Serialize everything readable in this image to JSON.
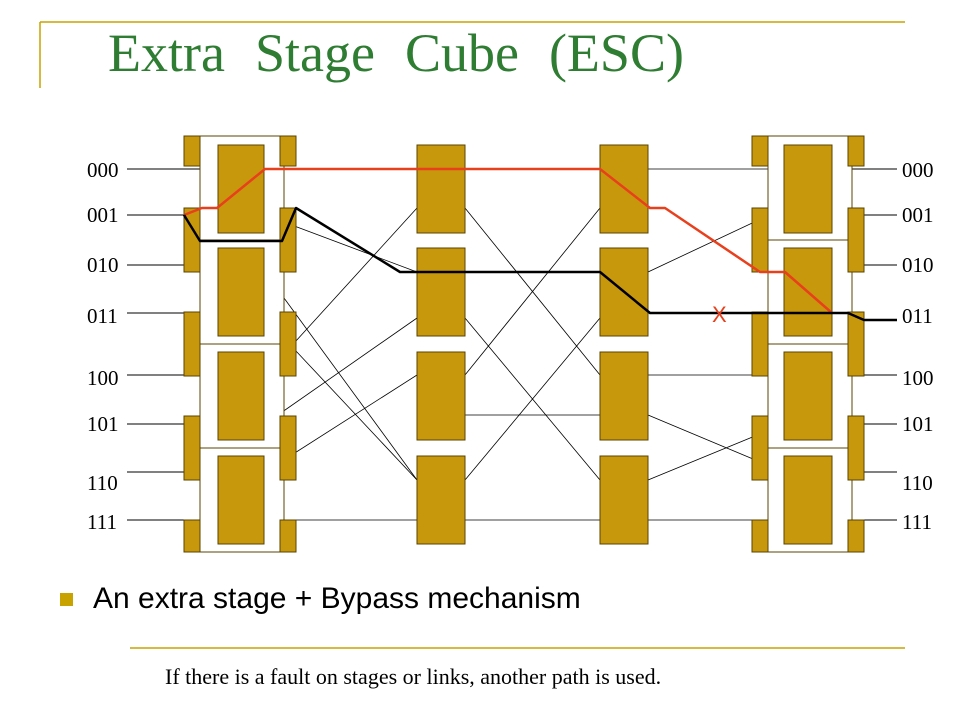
{
  "title": {
    "words": [
      "Extra",
      "Stage",
      "Cube",
      "(ESC)"
    ]
  },
  "port_labels": [
    "000",
    "001",
    "010",
    "011",
    "100",
    "101",
    "110",
    "111"
  ],
  "fault_marker": "X",
  "bullet": "An extra stage + Bypass mechanism",
  "note": "If there is a fault on stages or links, another path is used.",
  "colors": {
    "title": "#2e7d32",
    "frame": "#c8a300",
    "switch_fill": "#c8980c",
    "switch_stroke": "#5a4300",
    "route_primary": "#e8401c",
    "route_alternate": "#000000",
    "fault_marker": "#e8401c"
  }
}
